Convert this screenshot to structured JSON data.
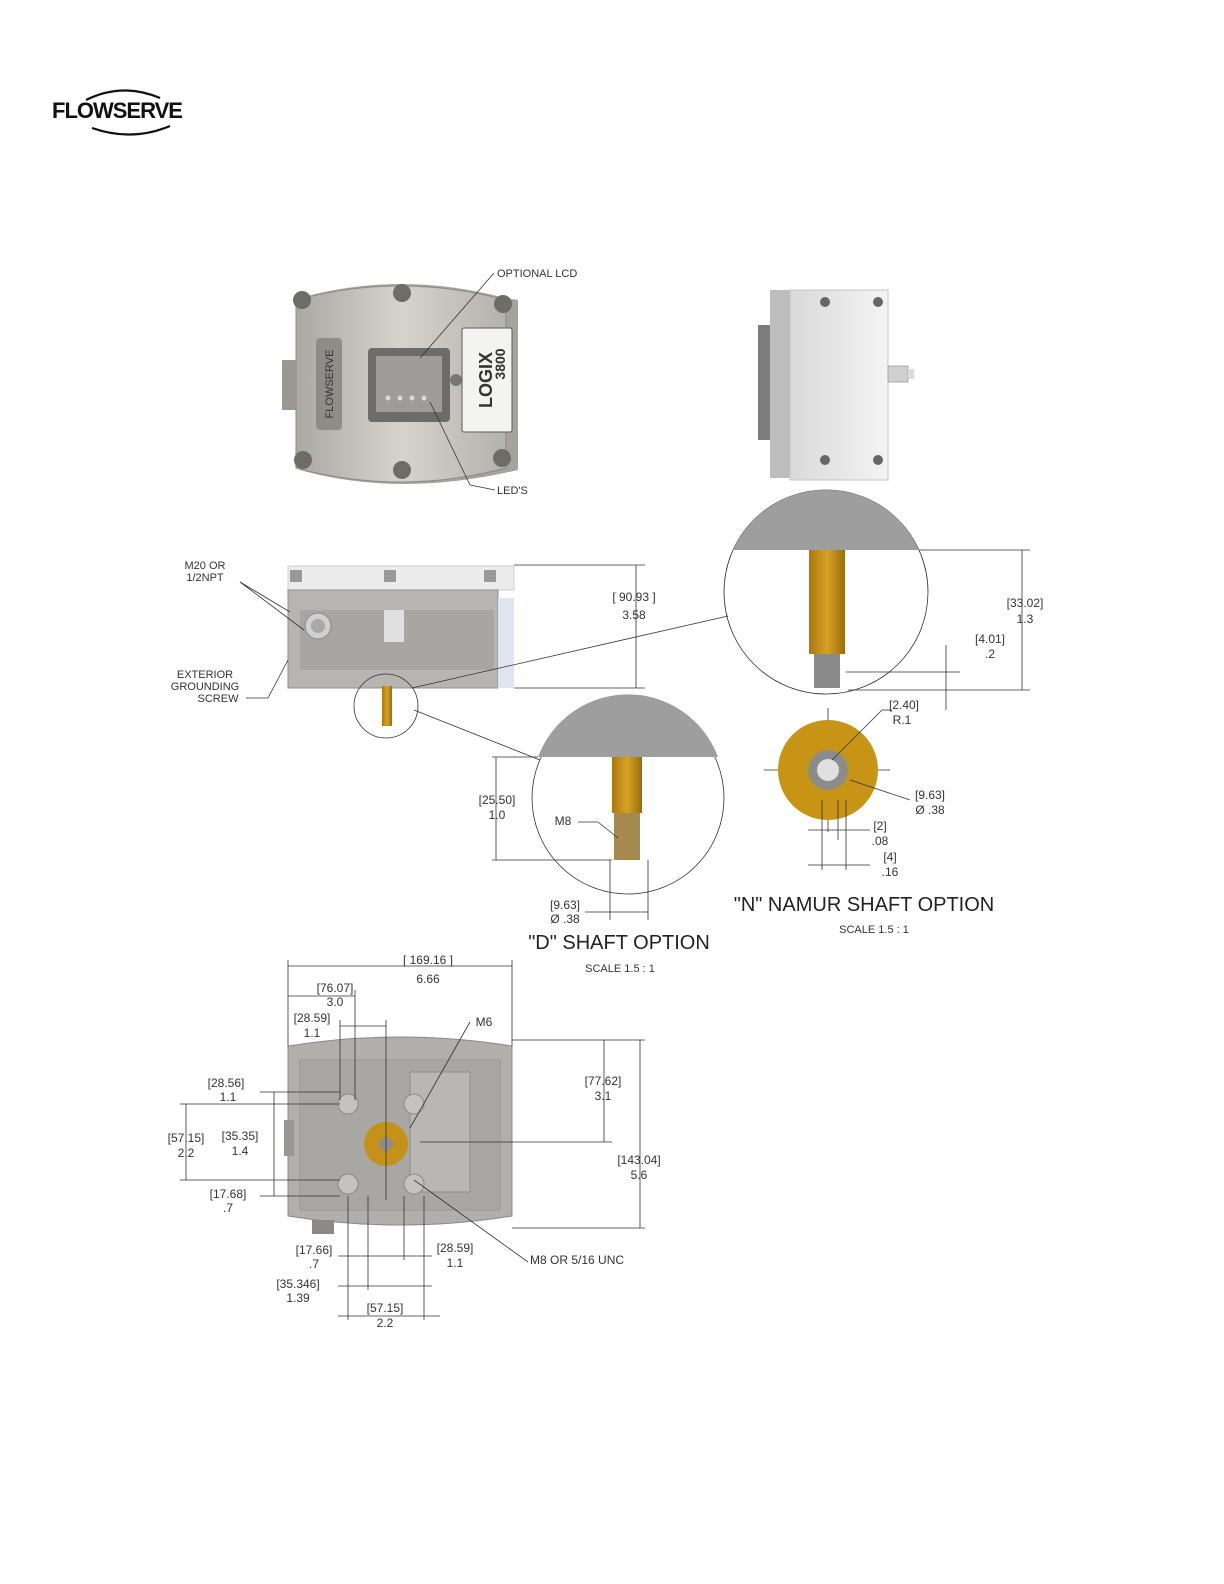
{
  "brand": {
    "logo_text": "FLOWSERVE"
  },
  "front_view": {
    "callout_lcd": "OPTIONAL LCD",
    "callout_leds": "LED'S",
    "cover_brand": "FLOWSERVE",
    "label_brand": "LOGIX",
    "label_model": "3800"
  },
  "side_view": {
    "callout_ports": [
      "M20 OR",
      "1/2NPT"
    ],
    "callout_ground": [
      "EXTERIOR",
      "GROUNDING",
      "SCREW"
    ],
    "height": [
      "[ 90.93 ]",
      "3.58"
    ]
  },
  "n_detail": {
    "height": [
      "[33.02]",
      "1.3"
    ],
    "tip": [
      "[4.01]",
      ".2"
    ],
    "radius": [
      "[2.40]",
      "R.1"
    ],
    "diameter": [
      "[9.63]",
      "Ø .38"
    ],
    "flat_small": [
      "[2]",
      ".08"
    ],
    "flat_large": [
      "[4]",
      ".16"
    ],
    "title": "\"N\" NAMUR SHAFT OPTION",
    "scale": "SCALE   1.5 : 1"
  },
  "d_detail": {
    "height": [
      "[25.50]",
      "1.0"
    ],
    "thread": "M8",
    "diameter": [
      "[9.63]",
      "Ø .38"
    ],
    "title": "\"D\" SHAFT OPTION",
    "scale": "SCALE   1.5 : 1"
  },
  "bottom_view": {
    "width_total": [
      "[ 169.16 ]",
      "6.66"
    ],
    "w_76": [
      "[76.07]",
      "3.0"
    ],
    "w_28a": [
      "[28.59]",
      "1.1"
    ],
    "callout_m6": "M6",
    "h_28": [
      "[28.56]",
      "1.1"
    ],
    "h_57": [
      "[57.15]",
      "2.2"
    ],
    "h_35": [
      "[35.35]",
      "1.4"
    ],
    "h_17": [
      "[17.68]",
      ".7"
    ],
    "h_77": [
      "[77.62]",
      "3.1"
    ],
    "h_143": [
      "[143.04]",
      "5.6"
    ],
    "b_17": [
      "[17.66]",
      ".7"
    ],
    "b_28": [
      "[28.59]",
      "1.1"
    ],
    "callout_m8": "M8 OR 5/16 UNC",
    "b_35": [
      "[35.346]",
      "1.39"
    ],
    "b_57": [
      "[57.15]",
      "2.2"
    ]
  }
}
